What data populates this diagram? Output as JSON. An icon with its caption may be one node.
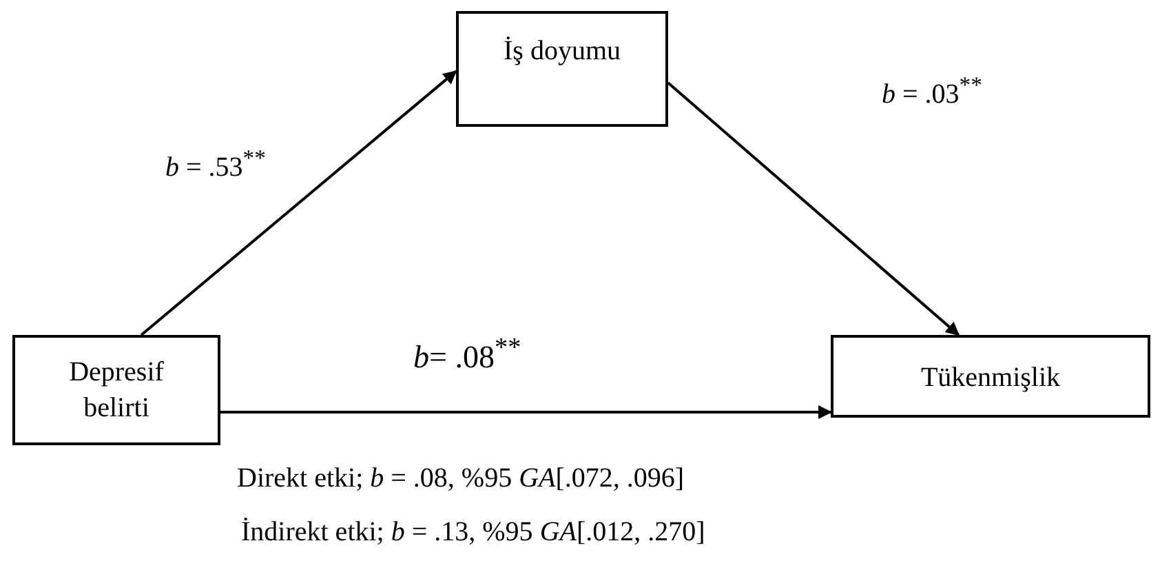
{
  "diagram": {
    "nodes": [
      {
        "text": [
          "İş doyumu"
        ]
      },
      {
        "text": [
          "Depresif belirti"
        ]
      },
      {
        "text": [
          "Tükenmişlik"
        ]
      }
    ],
    "edges": [
      {
        "from": 1,
        "to": 0,
        "arrow": "to",
        "label": "*b* = .53$^{**}$"
      },
      {
        "from": 0,
        "to": 2,
        "arrow": "to",
        "label": "*b* = .03$^{**}$"
      },
      {
        "from": 1,
        "to": 2,
        "arrow": "to",
        "label": "*b*= .08$^{**}$"
      }
    ],
    "labels": [
      "Direkt etki; *b* = .08, %95 *GA*[.072, .096]",
      "İndirekt etki; *b* = .13, %95 *GA*[.012, .270]"
    ]
  }
}
